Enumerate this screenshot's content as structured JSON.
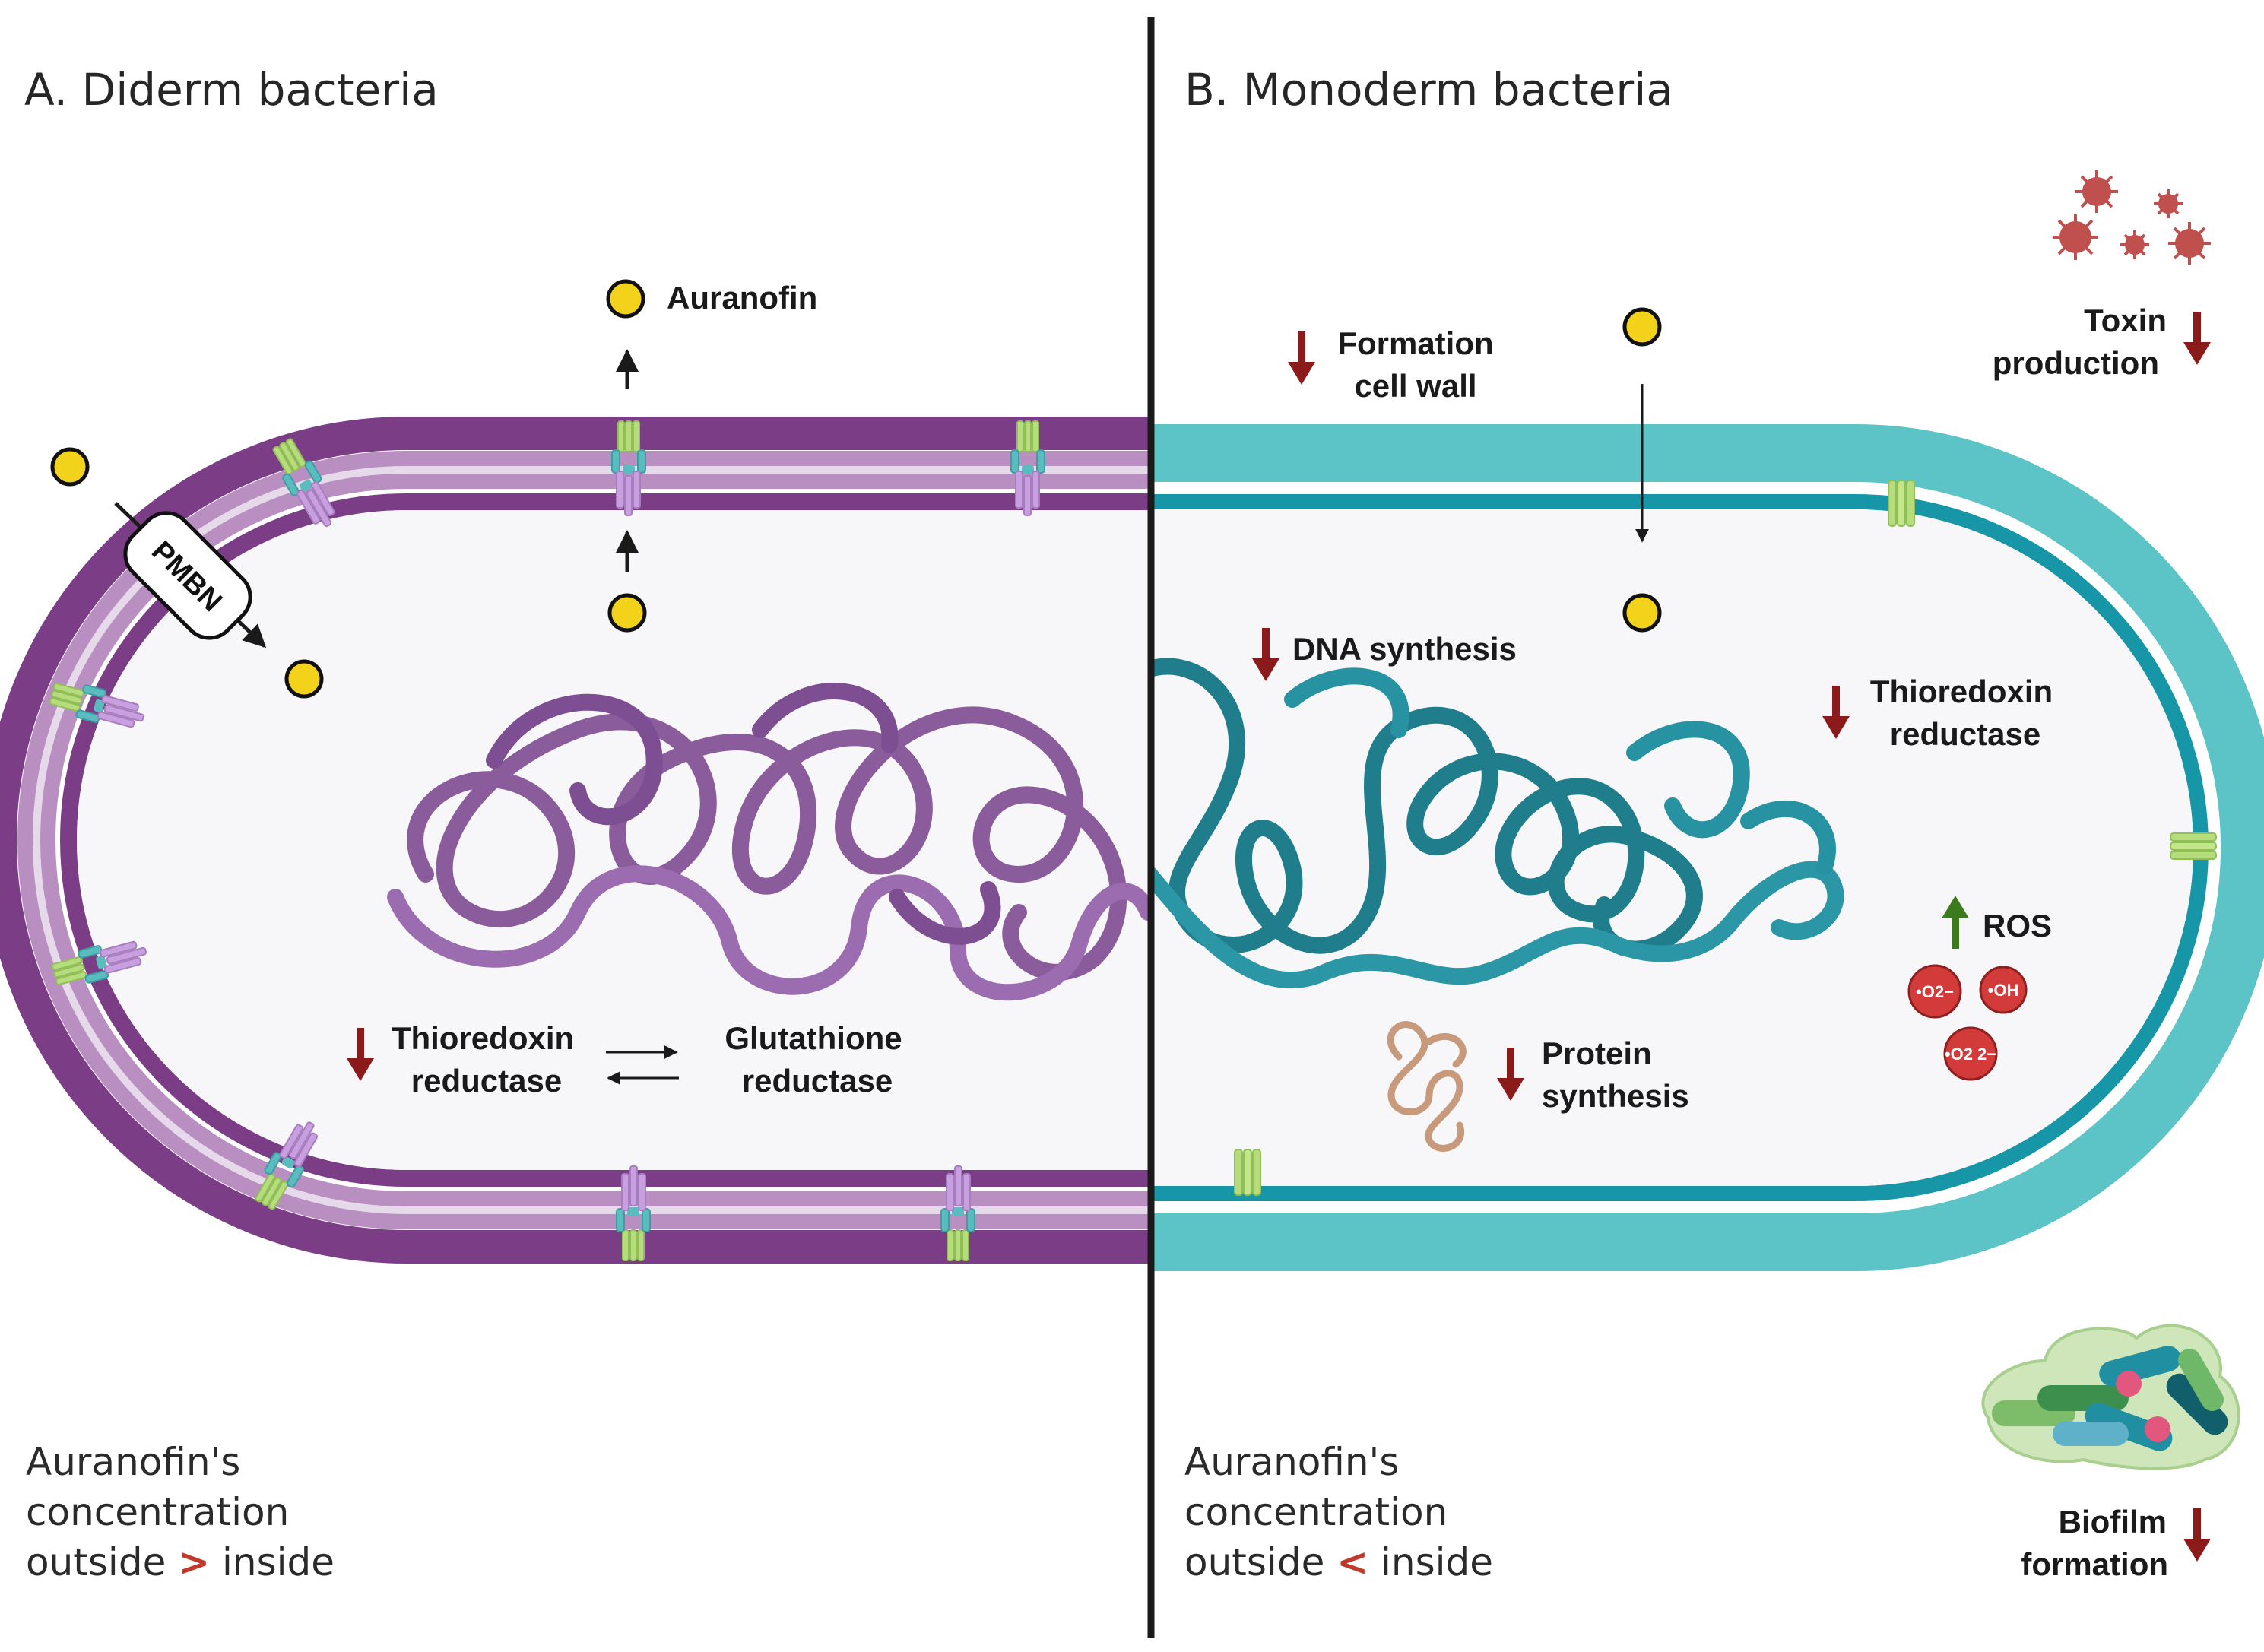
{
  "panel_a": {
    "title": "A. Diderm bacteria",
    "auranofin_label": "Auranofin",
    "pmbn_label": "PMBN",
    "enzyme_left": [
      "Thioredoxin",
      "reductase"
    ],
    "enzyme_right": [
      "Glutathione",
      "reductase"
    ],
    "concentration": {
      "line1": "Auranofin's",
      "line2": "concentration",
      "line3_pre": "outside ",
      "relation": ">",
      "line3_post": " inside"
    }
  },
  "panel_b": {
    "title": "B. Monoderm bacteria",
    "cell_wall": [
      "Formation",
      "cell wall"
    ],
    "dna": "DNA synthesis",
    "thioredoxin": [
      "Thioredoxin",
      "reductase"
    ],
    "ros": "ROS",
    "ros_species": [
      "•O2−",
      "•OH",
      "•O2 2−"
    ],
    "protein": [
      "Protein",
      "synthesis"
    ],
    "toxin": [
      "Toxin",
      "production"
    ],
    "biofilm": [
      "Biofilm",
      "formation"
    ],
    "concentration": {
      "line1": "Auranofin's",
      "line2": "concentration",
      "line3_pre": "outside ",
      "relation": "<",
      "line3_post": " inside"
    }
  },
  "colors": {
    "diderm_membrane": "#7a3d86",
    "diderm_periplasm": "#b98fc2",
    "monoderm_wall": "#5cc4c6",
    "monoderm_membrane": "#1696a6",
    "dna_purple": "#8a5c9c",
    "dna_teal": "#1f7d8c",
    "auranofin": "#f2d21b",
    "decrease_arrow": "#8b1a1a",
    "increase_arrow": "#3c7a1e",
    "ros": "#d33b3b"
  }
}
